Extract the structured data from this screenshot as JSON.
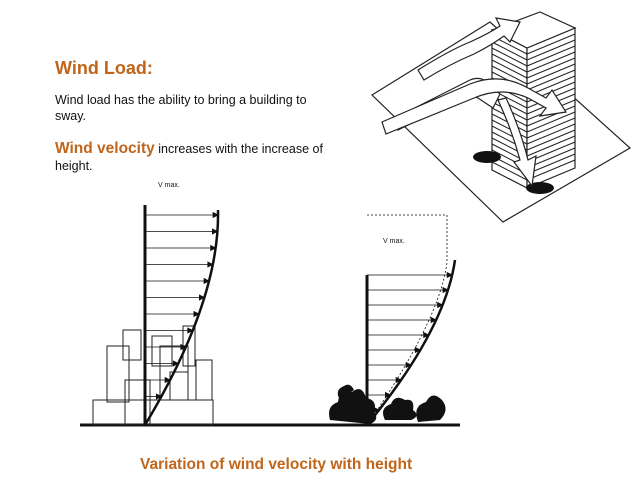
{
  "slide": {
    "title": "Wind Load:",
    "description": "Wind load has the ability to bring a building to sway.",
    "velocity_highlight": "Wind velocity",
    "velocity_text": " increases with the increase of height.",
    "caption": "Variation of wind velocity with height"
  },
  "diagram": {
    "profile_left_label": "V max.",
    "profile_right_label": "V max."
  },
  "colors": {
    "accent": "#c0651a",
    "line": "#111111"
  }
}
